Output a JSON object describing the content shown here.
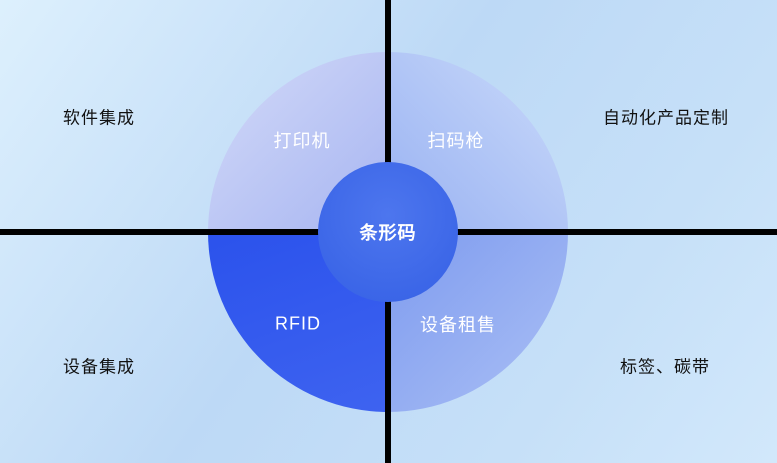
{
  "diagram": {
    "center": {
      "label": "条形码"
    },
    "quadrants": [
      {
        "id": "printer",
        "label": "打印机",
        "position": "top-left"
      },
      {
        "id": "scanner",
        "label": "扫码枪",
        "position": "top-right"
      },
      {
        "id": "rfid",
        "label": "RFID",
        "position": "bottom-left"
      },
      {
        "id": "rental",
        "label": "设备租售",
        "position": "bottom-right"
      }
    ],
    "corners": [
      {
        "id": "software-integration",
        "label": "软件集成",
        "position": "top-left"
      },
      {
        "id": "automation-custom",
        "label": "自动化产品定制",
        "position": "top-right"
      },
      {
        "id": "equipment-integration",
        "label": "设备集成",
        "position": "bottom-left"
      },
      {
        "id": "labels-ribbons",
        "label": "标签、碳带",
        "position": "bottom-right"
      }
    ],
    "colors": {
      "accent_strong_blue": "#2b52ec",
      "center_circle_blue": "#3560e5",
      "divider_black": "#000000",
      "background_light_blue": "#c6e0f8"
    }
  }
}
